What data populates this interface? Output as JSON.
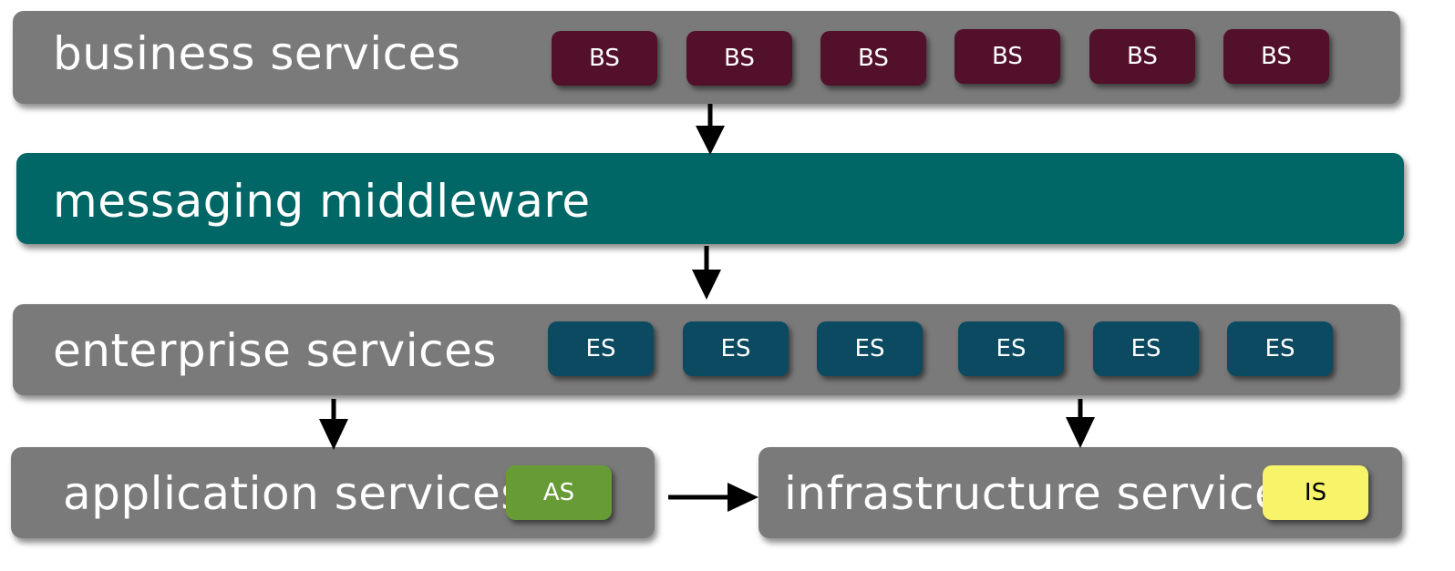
{
  "colors": {
    "layer_gray": "#7a7a7a",
    "middleware": "#006666",
    "business_chip": "#52102a",
    "enterprise_chip": "#0b4a60",
    "application_chip": "#679b36",
    "infrastructure_chip": "#f8f46a",
    "arrow": "#000000"
  },
  "business": {
    "label": "business services",
    "chips": [
      "BS",
      "BS",
      "BS",
      "BS",
      "BS",
      "BS"
    ]
  },
  "middleware": {
    "label": "messaging middleware"
  },
  "enterprise": {
    "label": "enterprise services",
    "chips": [
      "ES",
      "ES",
      "ES",
      "ES",
      "ES",
      "ES"
    ]
  },
  "application": {
    "label": "application services",
    "chip": "AS"
  },
  "infrastructure": {
    "label": "infrastructure services",
    "chip": "IS"
  }
}
